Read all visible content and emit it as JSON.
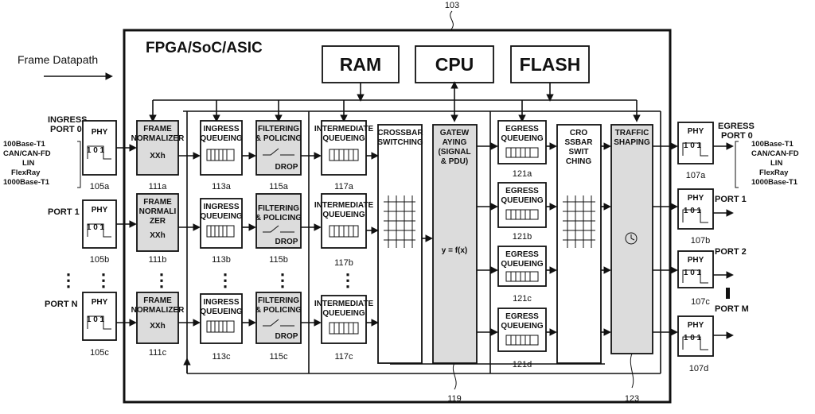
{
  "figure_ref": "103",
  "chip_title": "FPGA/SoC/ASIC",
  "datapath_label": "Frame Datapath",
  "memory": {
    "ram": "RAM",
    "cpu": "CPU",
    "flash": "FLASH"
  },
  "ingress": {
    "port0_line1": "INGRESS",
    "port0_line2": "PORT 0",
    "port1": "PORT 1",
    "portn": "PORT N",
    "protocols": [
      "100Base-T1",
      "CAN/CAN-FD",
      "LIN",
      "FlexRay",
      "1000Base-T1"
    ]
  },
  "egress": {
    "port0_line1": "EGRESS",
    "port0_line2": "PORT 0",
    "port1": "PORT 1",
    "port2": "PORT 2",
    "portm": "PORT M",
    "protocols": [
      "100Base-T1",
      "CAN/CAN-FD",
      "LIN",
      "FlexRay",
      "1000Base-T1"
    ]
  },
  "phy_label": "PHY",
  "phy_signal": "1 0 1",
  "norm_symbol": "XXh",
  "drop_label": "DROP",
  "blocks": {
    "frame_normalizer": [
      "FRAME",
      "NORMALIZER"
    ],
    "frame_normalizer_mid": [
      "FRAME",
      "NORMALI",
      "ZER"
    ],
    "ingress_queueing": [
      "INGRESS",
      "QUEUEING"
    ],
    "filtering_policing": [
      "FILTERING",
      "& POLICING"
    ],
    "intermediate_queueing": [
      "INTERMEDIATE",
      "QUEUEING"
    ],
    "crossbar_switching": [
      "CROSSBAR",
      "SWITCHING"
    ],
    "gateway": [
      "GATEW",
      "AYING",
      "(SIGNAL",
      "& PDU)"
    ],
    "gateway_formula": "y = f(x)",
    "egress_queueing": [
      "EGRESS",
      "QUEUEING"
    ],
    "crossbar2": [
      "CRO",
      "SSBAR",
      "SWIT",
      "CHING"
    ],
    "traffic_shaping": [
      "TRAFFIC",
      "SHAPING"
    ]
  },
  "refs": {
    "phy_in": [
      "105a",
      "105b",
      "105c"
    ],
    "normalizer": [
      "111a",
      "111b",
      "111c"
    ],
    "ingress_q": [
      "113a",
      "113b",
      "113c"
    ],
    "filtering": [
      "115a",
      "115b",
      "115c"
    ],
    "intermediate": [
      "117a",
      "117b",
      "117c"
    ],
    "egress_q": [
      "121a",
      "121b",
      "121c",
      "121d"
    ],
    "phy_out": [
      "107a",
      "107b",
      "107c",
      "107d"
    ],
    "gateway": "119",
    "shaping": "123"
  },
  "ellipsis": "⋮"
}
